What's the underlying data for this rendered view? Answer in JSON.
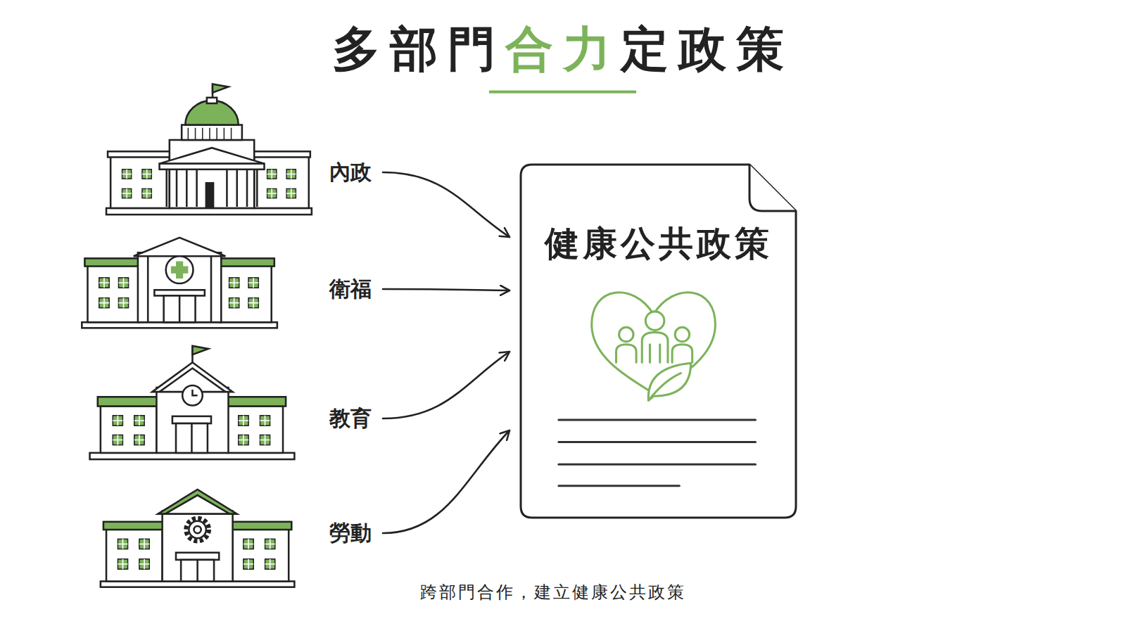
{
  "diagram": {
    "title": "多部門合力定政策",
    "caption": "跨部門合作，建立健康公共政策",
    "nodes": [
      {
        "text": [
          "內政"
        ]
      },
      {
        "text": [
          "衛福"
        ]
      },
      {
        "text": [
          "教育"
        ]
      },
      {
        "text": [
          "勞動"
        ]
      },
      {
        "text": [
          "健康公共政策"
        ]
      }
    ],
    "edges": [
      {
        "from": 0,
        "to": 4,
        "arrow": "to"
      },
      {
        "from": 1,
        "to": 4,
        "arrow": "to"
      },
      {
        "from": 2,
        "to": 4,
        "arrow": "to"
      },
      {
        "from": 3,
        "to": 4,
        "arrow": "to"
      }
    ]
  }
}
